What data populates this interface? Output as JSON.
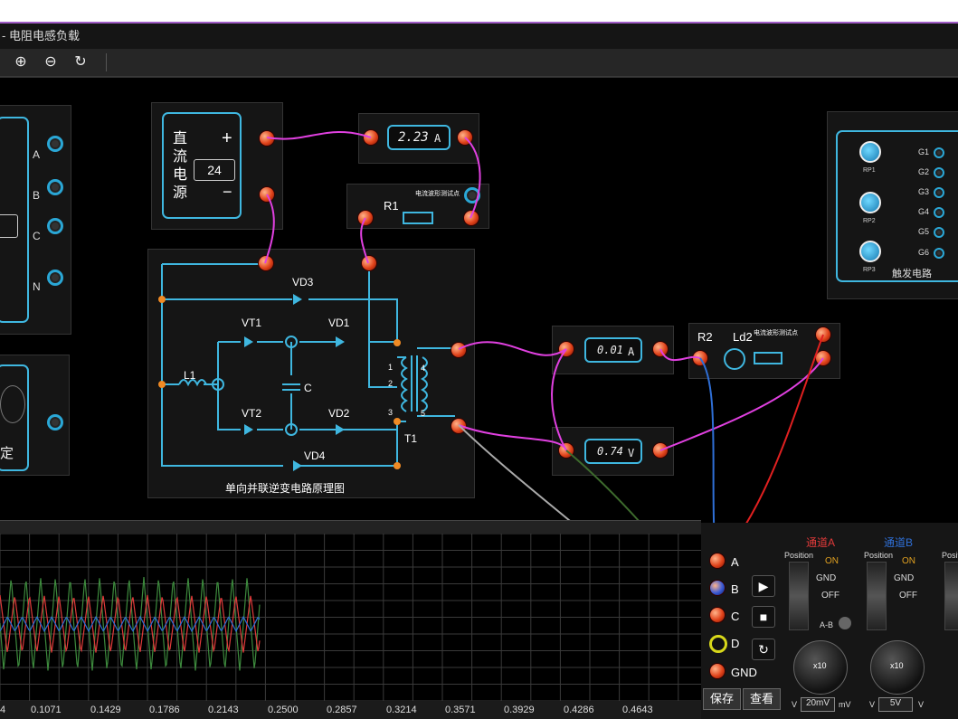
{
  "window": {
    "title": "- 电阻电感负载"
  },
  "toolbar": {
    "zoom_in": "⊕",
    "zoom_out": "⊖",
    "reset": "↻"
  },
  "left_panel": {
    "phases": [
      "A",
      "B",
      "C",
      "N"
    ],
    "label_fixed": "定"
  },
  "power": {
    "label_chars": [
      "直",
      "流",
      "电",
      "源"
    ],
    "plus": "+",
    "minus": "−",
    "voltage": "24"
  },
  "ammeter1": {
    "value": "2.23",
    "unit": "A"
  },
  "ammeter2": {
    "value": "0.01",
    "unit": "A"
  },
  "voltmeter": {
    "value": "0.74",
    "unit": "V"
  },
  "r1_box": {
    "name": "R1",
    "note": "电流波形测试点"
  },
  "r2_box": {
    "name": "R2",
    "ld": "Ld2",
    "note": "电流波形测试点"
  },
  "trigger": {
    "knobs": [
      "RP1",
      "RP2",
      "RP3"
    ],
    "gates": [
      "G1",
      "G2",
      "G3",
      "G4",
      "G5",
      "G6"
    ],
    "title": "触发电路"
  },
  "schematic": {
    "title": "单向并联逆变电路原理图",
    "labels": {
      "vd3": "VD3",
      "vt1": "VT1",
      "vd1": "VD1",
      "l1": "L1",
      "c": "C",
      "vt2": "VT2",
      "vd2": "VD2",
      "vd4": "VD4",
      "t1": "T1"
    },
    "pins": [
      "1",
      "2",
      "3",
      "4",
      "5"
    ]
  },
  "scope": {
    "x_ticks": [
      "4",
      "0.1071",
      "0.1429",
      "0.1786",
      "0.2143",
      "0.2500",
      "0.2857",
      "0.3214",
      "0.3571",
      "0.3929",
      "0.4286",
      "0.4643"
    ],
    "inputs": [
      "A",
      "B",
      "C",
      "D",
      "GND"
    ],
    "save": "保存",
    "view": "查看",
    "channel_a": {
      "name": "通道A",
      "position": "Position",
      "on": "ON",
      "gnd": "GND",
      "off": "OFF",
      "ab": "A-B",
      "x10": "x10",
      "v": "V",
      "range": "20mV",
      "mv": "mV"
    },
    "channel_b": {
      "name": "通道B",
      "position": "Position",
      "on": "ON",
      "gnd": "GND",
      "off": "OFF",
      "x10": "x10",
      "v": "V",
      "range": "5V",
      "mv": "V"
    },
    "channel_c": {
      "position": "Positi"
    },
    "colors": {
      "ch_a": "#e03a3a",
      "ch_b": "#2f6fd6",
      "ch_c": "#3d8a3d",
      "wire_pink": "#e040e0"
    }
  }
}
